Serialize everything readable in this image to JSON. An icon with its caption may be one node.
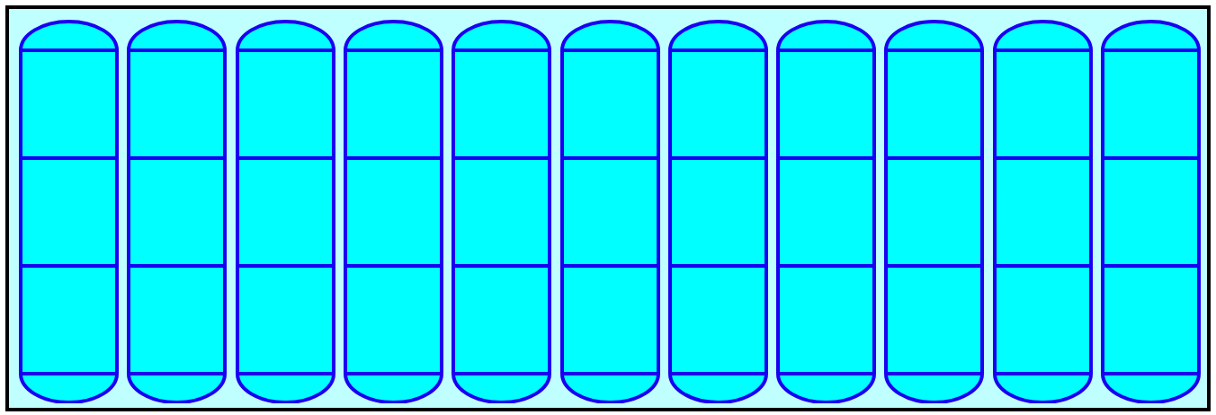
{
  "diagram": {
    "nodes": [
      {
        "text": [],
        "shape": "box"
      },
      {
        "text": [],
        "shape": "capsule",
        "in": 0
      },
      {
        "text": [],
        "shape": "capsule",
        "in": 0
      },
      {
        "text": [],
        "shape": "capsule",
        "in": 0
      },
      {
        "text": [],
        "shape": "capsule",
        "in": 0
      },
      {
        "text": [],
        "shape": "capsule",
        "in": 0
      },
      {
        "text": [],
        "shape": "capsule",
        "in": 0
      },
      {
        "text": [],
        "shape": "capsule",
        "in": 0
      },
      {
        "text": [],
        "shape": "capsule",
        "in": 0
      },
      {
        "text": [],
        "shape": "capsule",
        "in": 0
      },
      {
        "text": [],
        "shape": "capsule",
        "in": 0
      },
      {
        "text": [],
        "shape": "capsule",
        "in": 0
      }
    ]
  }
}
